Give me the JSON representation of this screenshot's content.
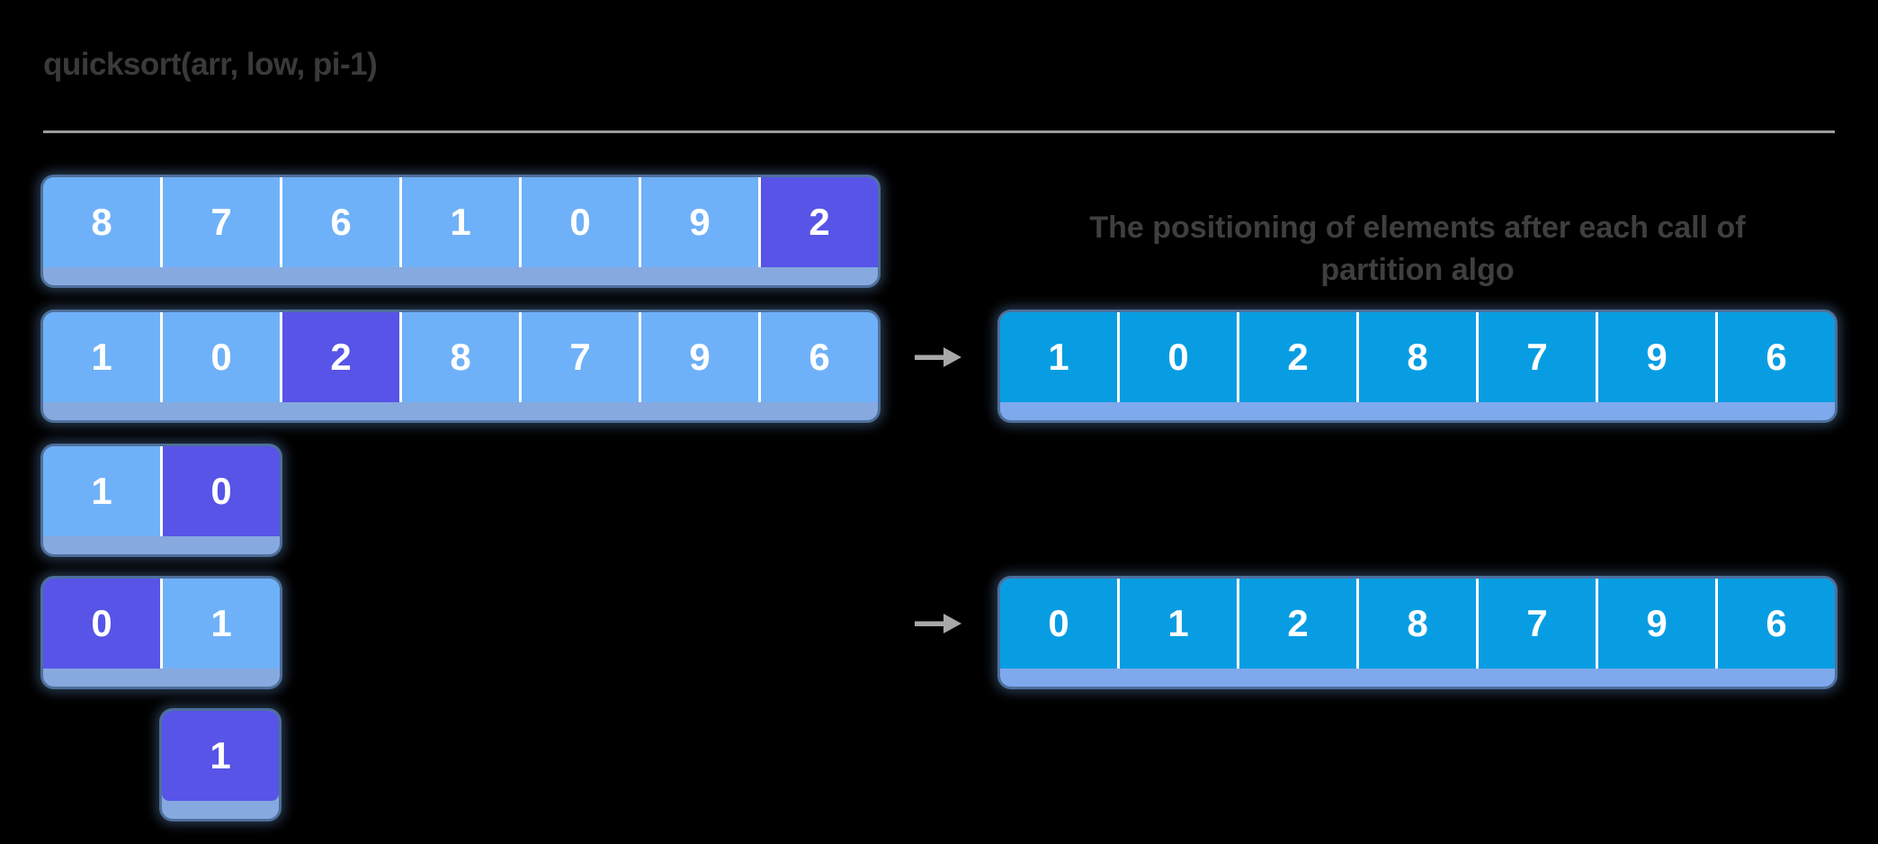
{
  "header": {
    "title": "quicksort(arr, low, pi-1)"
  },
  "caption": {
    "line1": "The positioning of elements after each call of",
    "line2": "partition algo"
  },
  "colors": {
    "bg": "#000000",
    "cell_light": "#6FB1F8",
    "cell_pivot": "#5754E7",
    "cell_sorted": "#089DE2",
    "base_left": "#86A9DF",
    "base_right": "#7FA9ED",
    "divider_white": "#FFFFFF",
    "halo_blue": "#7DB4FA",
    "title_gray": "#3A3A3C",
    "caption_gray": "#3F3F41",
    "rule_gray": "#9C9C9C",
    "arrow_gray": "#A8A8A8"
  },
  "left_arrays": [
    {
      "name": "recursion-step-1",
      "cells": [
        {
          "value": "8",
          "type": "light"
        },
        {
          "value": "7",
          "type": "light"
        },
        {
          "value": "6",
          "type": "light"
        },
        {
          "value": "1",
          "type": "light"
        },
        {
          "value": "0",
          "type": "light"
        },
        {
          "value": "9",
          "type": "light"
        },
        {
          "value": "2",
          "type": "pivot"
        }
      ]
    },
    {
      "name": "recursion-step-2",
      "cells": [
        {
          "value": "1",
          "type": "light"
        },
        {
          "value": "0",
          "type": "light"
        },
        {
          "value": "2",
          "type": "pivot"
        },
        {
          "value": "8",
          "type": "light"
        },
        {
          "value": "7",
          "type": "light"
        },
        {
          "value": "9",
          "type": "light"
        },
        {
          "value": "6",
          "type": "light"
        }
      ]
    },
    {
      "name": "recursion-step-3",
      "cells": [
        {
          "value": "1",
          "type": "light"
        },
        {
          "value": "0",
          "type": "pivot"
        }
      ]
    },
    {
      "name": "recursion-step-4",
      "cells": [
        {
          "value": "0",
          "type": "pivot"
        },
        {
          "value": "1",
          "type": "light"
        }
      ]
    },
    {
      "name": "recursion-step-5",
      "cells": [
        {
          "value": "1",
          "type": "pivot"
        }
      ]
    }
  ],
  "right_arrays": [
    {
      "name": "partition-result-1",
      "cells": [
        {
          "value": "1",
          "type": "sorted"
        },
        {
          "value": "0",
          "type": "sorted"
        },
        {
          "value": "2",
          "type": "sorted"
        },
        {
          "value": "8",
          "type": "sorted"
        },
        {
          "value": "7",
          "type": "sorted"
        },
        {
          "value": "9",
          "type": "sorted"
        },
        {
          "value": "6",
          "type": "sorted"
        }
      ]
    },
    {
      "name": "partition-result-2",
      "cells": [
        {
          "value": "0",
          "type": "sorted"
        },
        {
          "value": "1",
          "type": "sorted"
        },
        {
          "value": "2",
          "type": "sorted"
        },
        {
          "value": "8",
          "type": "sorted"
        },
        {
          "value": "7",
          "type": "sorted"
        },
        {
          "value": "9",
          "type": "sorted"
        },
        {
          "value": "6",
          "type": "sorted"
        }
      ]
    }
  ]
}
